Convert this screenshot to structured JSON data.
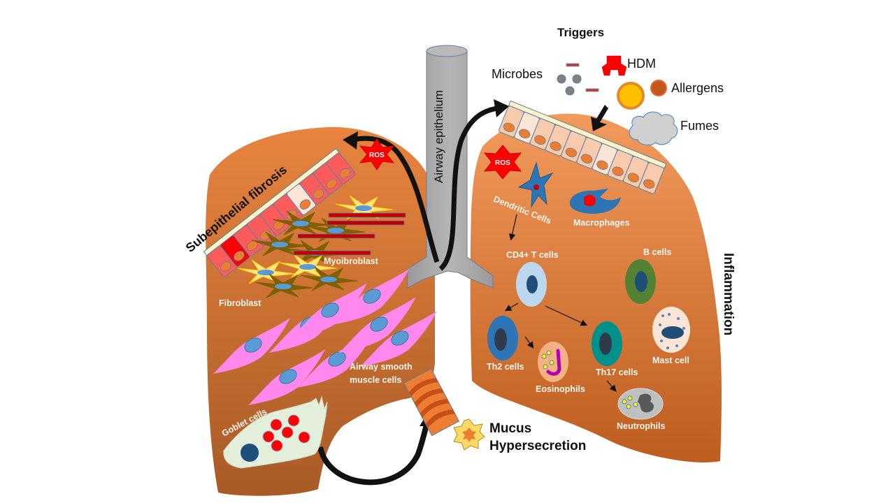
{
  "diagram": {
    "title_triggers": "Triggers",
    "triggers": {
      "microbes": "Microbes",
      "hdm": "HDM",
      "allergens": "Allergens",
      "fumes": "Fumes"
    },
    "airway_label": "Airway  epithelium",
    "left_lung": {
      "section_title": "Subepithelial fibrosis",
      "ros": "ROS",
      "myofibroblast": "Myoibroblast",
      "fibroblast": "Fibroblast",
      "smooth_muscle_line1": "Airway smooth",
      "smooth_muscle_line2": "muscle cells",
      "goblet": "Goblet cells"
    },
    "right_lung": {
      "section_title": "Inflammation",
      "ros": "ROS",
      "dendritic": "Dendritic Cells",
      "macrophages": "Macrophages",
      "cd4": "CD4+ T cells",
      "bcells": "B cells",
      "th2": "Th2 cells",
      "th17": "Th17 cells",
      "eosinophils": "Eosinophils",
      "neutrophils": "Neutrophils",
      "mast": "Mast cell"
    },
    "mucus_line1": "Mucus",
    "mucus_line2": "Hypersecretion",
    "colors": {
      "lung_top": "#f0904f",
      "lung_bottom": "#b85a1e",
      "left_lung_top": "#e07d3c",
      "left_lung_bottom": "#a65a24",
      "trachea": "#a6a6a6",
      "ros": "#ff0000",
      "epithelium_inflamed": "#ff5b5b",
      "epithelium_normal": "#f7c9a8",
      "smooth_muscle": "#ff88ee",
      "nucleus": "#5b9bd5"
    }
  }
}
